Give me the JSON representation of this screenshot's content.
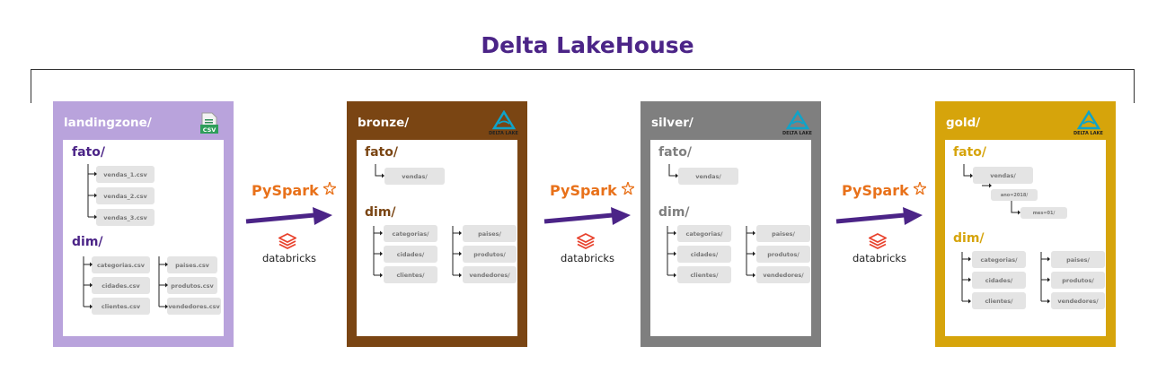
{
  "title": "Delta LakeHouse",
  "colors": {
    "title": "#4b2487",
    "arrow": "#4b2487",
    "pyspark": "#e8711a"
  },
  "connectors": [
    {
      "pyspark": "PySpark",
      "tool": "databricks"
    },
    {
      "pyspark": "PySpark",
      "tool": "databricks"
    },
    {
      "pyspark": "PySpark",
      "tool": "databricks"
    }
  ],
  "zones": [
    {
      "name": "landingzone/",
      "color": "#b9a3dc",
      "label_color": "#4b2487",
      "icon": "csv-file-icon",
      "icon_label": "CSV",
      "fato_label": "fato/",
      "fato_items": [
        "vendas_1.csv",
        "vendas_2.csv",
        "vendas_3.csv"
      ],
      "dim_label": "dim/",
      "dim_left": [
        "categorias.csv",
        "cidades.csv",
        "clientes.csv"
      ],
      "dim_right": [
        "paises.csv",
        "produtos.csv",
        "vendedores.csv"
      ]
    },
    {
      "name": "bronze/",
      "color": "#7a4513",
      "label_color": "#7a4513",
      "icon": "delta-lake-icon",
      "icon_label": "DELTA LAKE",
      "fato_label": "fato/",
      "fato_items": [
        "vendas/"
      ],
      "dim_label": "dim/",
      "dim_left": [
        "categorias/",
        "cidades/",
        "clientes/"
      ],
      "dim_right": [
        "paises/",
        "produtos/",
        "vendedores/"
      ]
    },
    {
      "name": "silver/",
      "color": "#7f7f7f",
      "label_color": "#7f7f7f",
      "icon": "delta-lake-icon",
      "icon_label": "DELTA LAKE",
      "fato_label": "fato/",
      "fato_items": [
        "vendas/"
      ],
      "dim_label": "dim/",
      "dim_left": [
        "categorias/",
        "cidades/",
        "clientes/"
      ],
      "dim_right": [
        "paises/",
        "produtos/",
        "vendedores/"
      ]
    },
    {
      "name": "gold/",
      "color": "#d6a40b",
      "label_color": "#d6a40b",
      "icon": "delta-lake-icon",
      "icon_label": "DELTA LAKE",
      "fato_label": "fato/",
      "fato_items": [
        "vendas/"
      ],
      "fato_sub": [
        "ano=2018/",
        "mes=01/"
      ],
      "dim_label": "dim/",
      "dim_left": [
        "categorias/",
        "cidades/",
        "clientes/"
      ],
      "dim_right": [
        "paises/",
        "produtos/",
        "vendedores/"
      ]
    }
  ]
}
